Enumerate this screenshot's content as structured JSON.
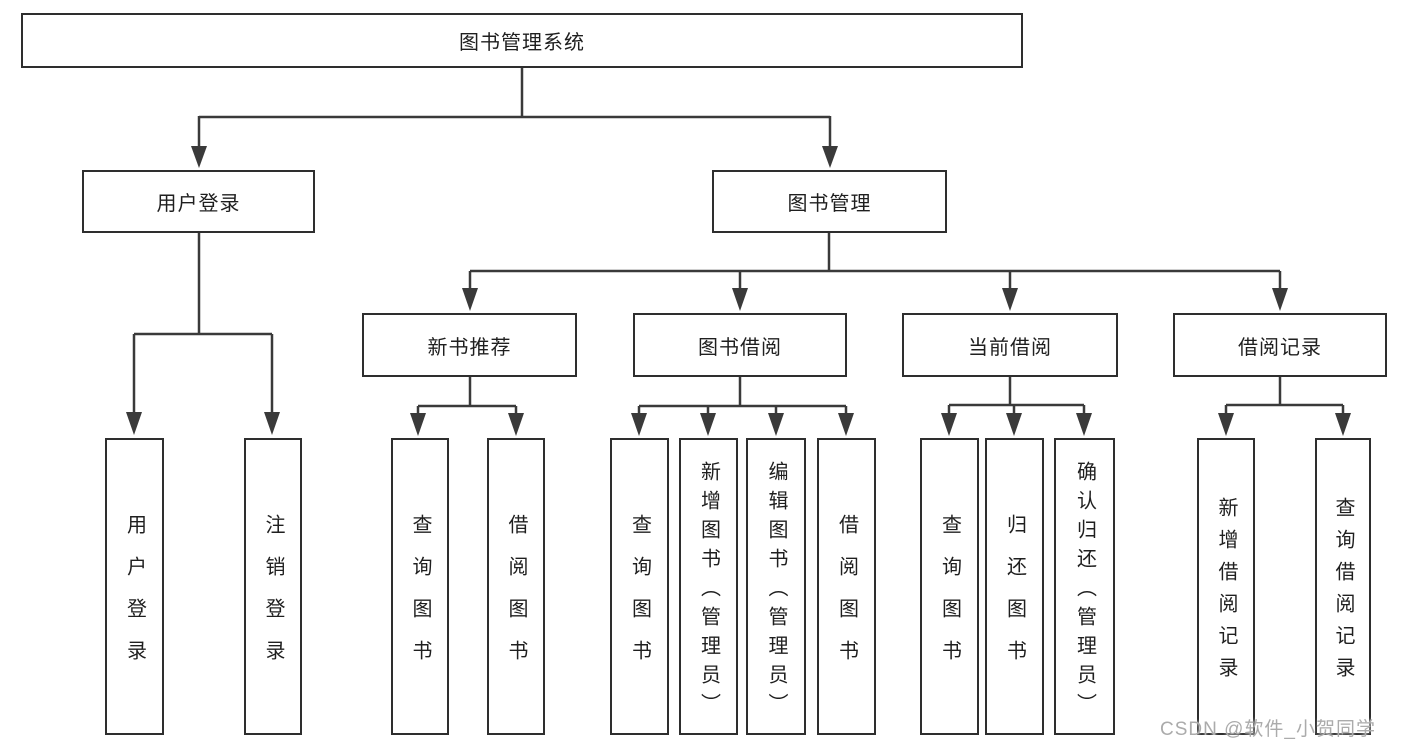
{
  "diagram": {
    "nodes": {
      "root": {
        "label": "图书管理系统"
      },
      "user_login": {
        "label": "用户登录"
      },
      "book_management": {
        "label": "图书管理"
      },
      "new_book_recommendation": {
        "label": "新书推荐"
      },
      "book_borrowing": {
        "label": "图书借阅"
      },
      "current_borrowing": {
        "label": "当前借阅"
      },
      "borrowing_records": {
        "label": "借阅记录"
      }
    },
    "leaves": [
      {
        "label": "用户登录",
        "parent": "用户登录"
      },
      {
        "label": "注销登录",
        "parent": "用户登录"
      },
      {
        "label": "查询图书",
        "parent": "新书推荐"
      },
      {
        "label": "借阅图书",
        "parent": "新书推荐"
      },
      {
        "label": "查询图书",
        "parent": "图书借阅"
      },
      {
        "label": "新增图书（管理员）",
        "parent": "图书借阅"
      },
      {
        "label": "编辑图书（管理员）",
        "parent": "图书借阅"
      },
      {
        "label": "借阅图书",
        "parent": "图书借阅"
      },
      {
        "label": "查询图书",
        "parent": "当前借阅"
      },
      {
        "label": "归还图书",
        "parent": "当前借阅"
      },
      {
        "label": "确认归还（管理员）",
        "parent": "当前借阅"
      },
      {
        "label": "新增借阅记录",
        "parent": "借阅记录"
      },
      {
        "label": "查询借阅记录",
        "parent": "借阅记录"
      }
    ],
    "watermark": {
      "text": "CSDN @软件_小贺同学",
      "color": "#ababab"
    },
    "colors": {
      "line": "#3a3a3a",
      "box_border": "#2e2e2e",
      "box_fill": "#ffffff",
      "text": "#1f1f1f",
      "background": "#ffffff"
    }
  }
}
